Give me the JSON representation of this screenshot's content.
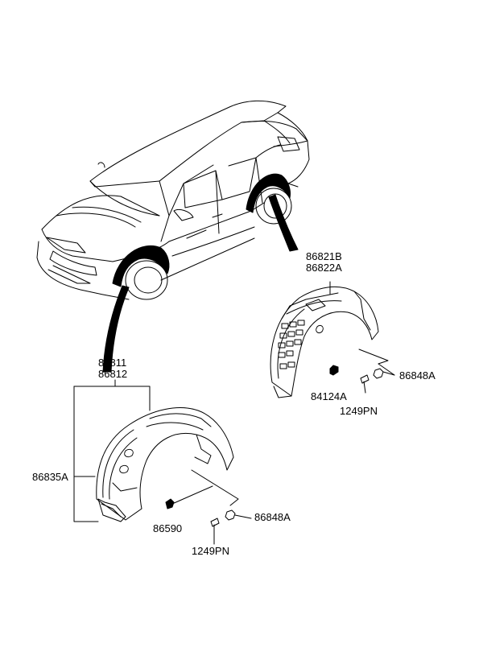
{
  "labels": {
    "rear_liner_parts": [
      "86821B",
      "86822A"
    ],
    "front_liner_parts": [
      "86811",
      "86812"
    ],
    "rear_nut": "84124A",
    "rear_screw": "1249PN",
    "rear_clip": "86848A",
    "front_bracket": "86835A",
    "front_clip_small": "86590",
    "front_clip": "86848A",
    "front_screw": "1249PN"
  },
  "colors": {
    "line": "#000000",
    "background": "#ffffff"
  }
}
